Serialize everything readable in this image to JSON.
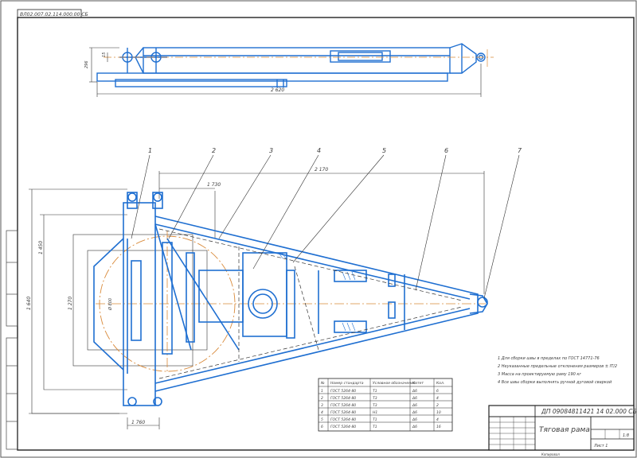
{
  "sheet": {
    "corner_stamp": "ВЛ02.007.02.114.000.00 СБ",
    "title_doc_code": "ДП 09084811421 14 02.000 СБ",
    "title_name": "Тяговая рама",
    "title_scale": "1:8",
    "title_mass": "",
    "title_sheet": "Лист 1",
    "title_footer": "Копировал"
  },
  "dimensions": {
    "top_height": "296",
    "top_small": "15",
    "top_length": "2 620",
    "main_span": "2 170",
    "main_inner": "1 730",
    "left_height": "1 450",
    "left_inner": "1 270",
    "left_outer": "1 640",
    "bottom_width": "1 760",
    "center_r": "Ø 800"
  },
  "callouts": [
    "1",
    "2",
    "3",
    "4",
    "5",
    "6",
    "7"
  ],
  "notes": [
    "1  Для сборки швы в пределах по ГОСТ 14771-76",
    "2  Неуказанные предельные отклонения размеров ± IT/2",
    "3  Масса на проектируемую раму 190 кг",
    "4  Все швы сборки выполнять ручной дуговой сваркой"
  ],
  "weld_table": {
    "headers": [
      "№",
      "Номер стандарта",
      "Условное обозначение",
      "Катет",
      "Кол."
    ],
    "rows": [
      [
        "1",
        "ГОСТ 5264-80",
        "Т1",
        "Δ6",
        "6"
      ],
      [
        "2",
        "ГОСТ 5264-80",
        "Т3",
        "Δ6",
        "4"
      ],
      [
        "3",
        "ГОСТ 5264-80",
        "Т3",
        "Δ6",
        "2"
      ],
      [
        "4",
        "ГОСТ 5264-80",
        "Н1",
        "Δ6",
        "10"
      ],
      [
        "5",
        "ГОСТ 5264-80",
        "Т1",
        "Δ6",
        "4"
      ],
      [
        "6",
        "ГОСТ 5264-80",
        "Т1",
        "Δ6",
        "16"
      ]
    ]
  },
  "colors": {
    "outline": "#1f6fd1",
    "line": "#333333",
    "axis": "#d98a3a",
    "frame": "#222222"
  }
}
